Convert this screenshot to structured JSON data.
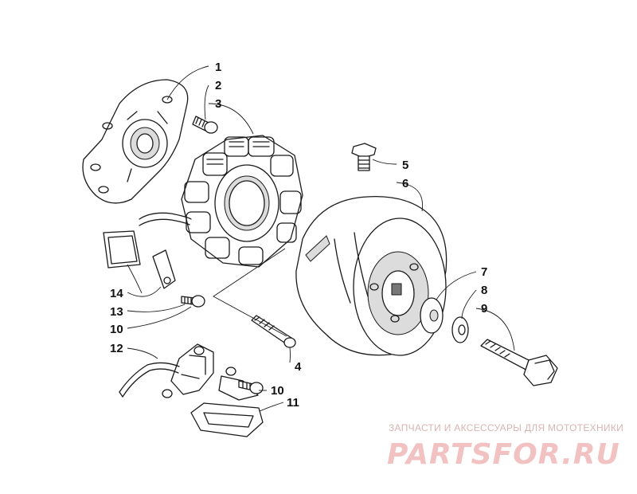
{
  "diagram": {
    "callouts": {
      "c1": "1",
      "c2": "2",
      "c3": "3",
      "c4": "4",
      "c5": "5",
      "c6": "6",
      "c7": "7",
      "c8": "8",
      "c9": "9",
      "c10a": "10",
      "c10b": "10",
      "c11": "11",
      "c12": "12",
      "c13": "13",
      "c14": "14"
    }
  },
  "watermark": {
    "tagline": "ЗАПЧАСТИ И АКСЕССУАРЫ ДЛЯ МОТОТЕХНИКИ",
    "brand": "PARTSFOR.RU"
  }
}
